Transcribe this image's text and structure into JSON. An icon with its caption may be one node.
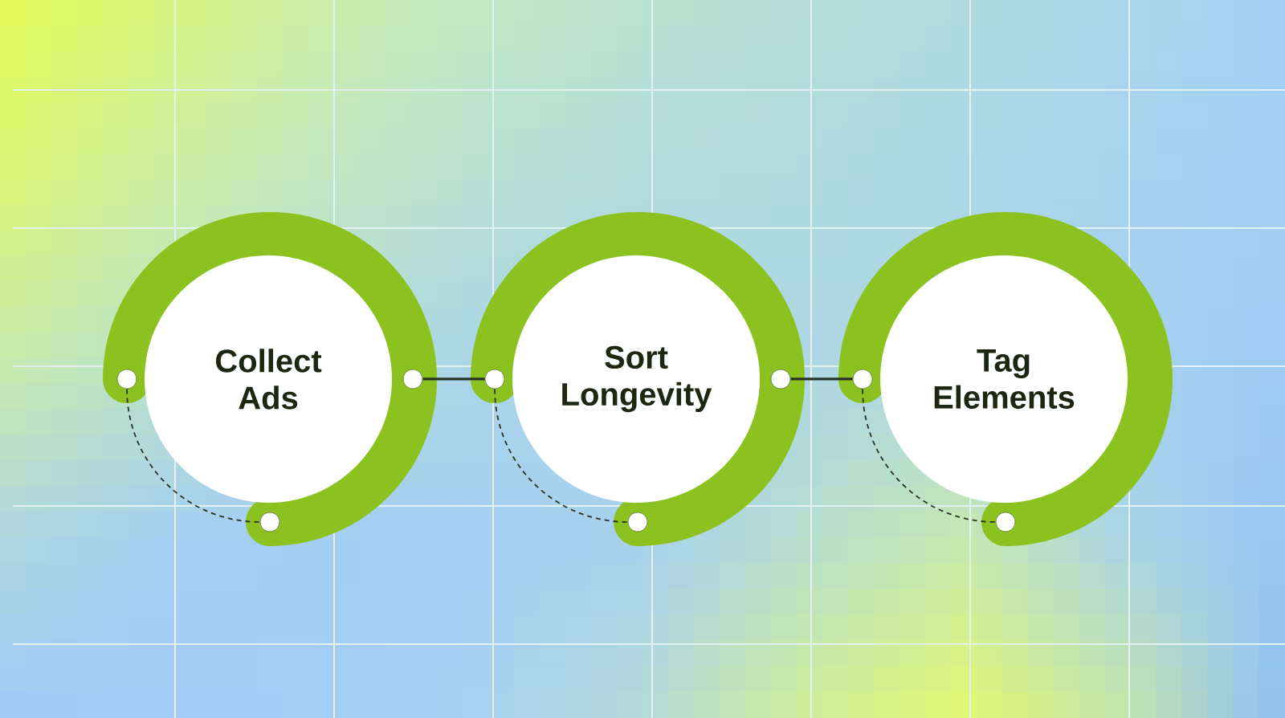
{
  "diagram": {
    "nodes": [
      {
        "text": [
          "Collect Ads"
        ]
      },
      {
        "text": [
          "Sort Longevity"
        ]
      },
      {
        "text": [
          "Tag Elements"
        ]
      },
      {
        "text": [],
        "shape": "circle"
      },
      {
        "text": [],
        "shape": "circle"
      },
      {
        "text": [],
        "shape": "circle"
      },
      {
        "text": [],
        "shape": "circle"
      },
      {
        "text": [],
        "shape": "circle"
      },
      {
        "text": [],
        "shape": "circle"
      },
      {
        "text": [],
        "shape": "circle"
      },
      {
        "text": [],
        "shape": "circle"
      }
    ],
    "edges": [
      {
        "from": 3,
        "to": 4,
        "arrow": "none",
        "style": "dashed"
      },
      {
        "from": 5,
        "to": 6,
        "arrow": "none"
      },
      {
        "from": 6,
        "to": 7,
        "arrow": "none",
        "style": "dashed"
      },
      {
        "from": 8,
        "to": 9,
        "arrow": "none"
      },
      {
        "from": 9,
        "to": 10,
        "arrow": "none",
        "style": "dashed"
      }
    ]
  }
}
